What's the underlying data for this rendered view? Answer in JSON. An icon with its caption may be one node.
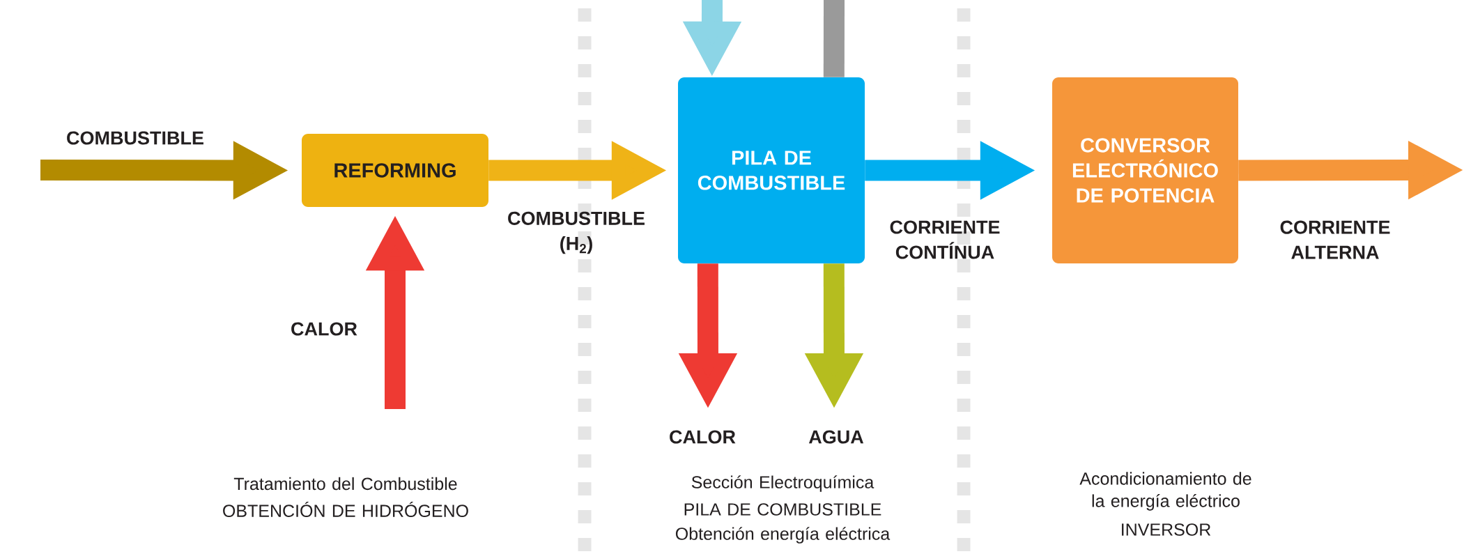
{
  "diagram": {
    "nodes": [
      {
        "text": [
          "REFORMING"
        ]
      },
      {
        "text": [
          "PILA DE COMBUSTIBLE"
        ]
      },
      {
        "text": [
          "CONVERSOR ELECTRÓNICO DE POTENCIA"
        ]
      }
    ],
    "edges": [
      {
        "from": null,
        "to": 0,
        "arrow": "to",
        "label": "COMBUSTIBLE",
        "color": "#b38b00"
      },
      {
        "from": null,
        "to": 0,
        "arrow": "to",
        "label": "CALOR",
        "color": "#ee3a33"
      },
      {
        "from": 0,
        "to": 1,
        "arrow": "to",
        "label": "COMBUSTIBLE (H$_{2}$)",
        "color": "#efb317"
      },
      {
        "from": null,
        "to": 1,
        "arrow": "to",
        "color": "#8cd5e6"
      },
      {
        "from": null,
        "to": 1,
        "arrow": "none",
        "color": "#9a9a9a"
      },
      {
        "from": 1,
        "to": null,
        "arrow": "to",
        "label": "CALOR",
        "color": "#ee3a33"
      },
      {
        "from": 1,
        "to": null,
        "arrow": "to",
        "label": "AGUA",
        "color": "#b5bd1f"
      },
      {
        "from": 1,
        "to": 2,
        "arrow": "to",
        "label": "CORRIENTE CONTÍNUA",
        "color": "#00aeef"
      },
      {
        "from": 2,
        "to": null,
        "arrow": "to",
        "label": "CORRIENTE ALTERNA",
        "color": "#f5963a"
      }
    ],
    "labels": [
      "Tratamiento del Combustible",
      "OBTENCIÓN DE HIDRÓGENO",
      "Sección Electroquímica",
      "PILA DE COMBUSTIBLE",
      "Obtención energía eléctrica",
      "Acondicionamiento de la energía eléctrico",
      "INVERSOR"
    ]
  }
}
